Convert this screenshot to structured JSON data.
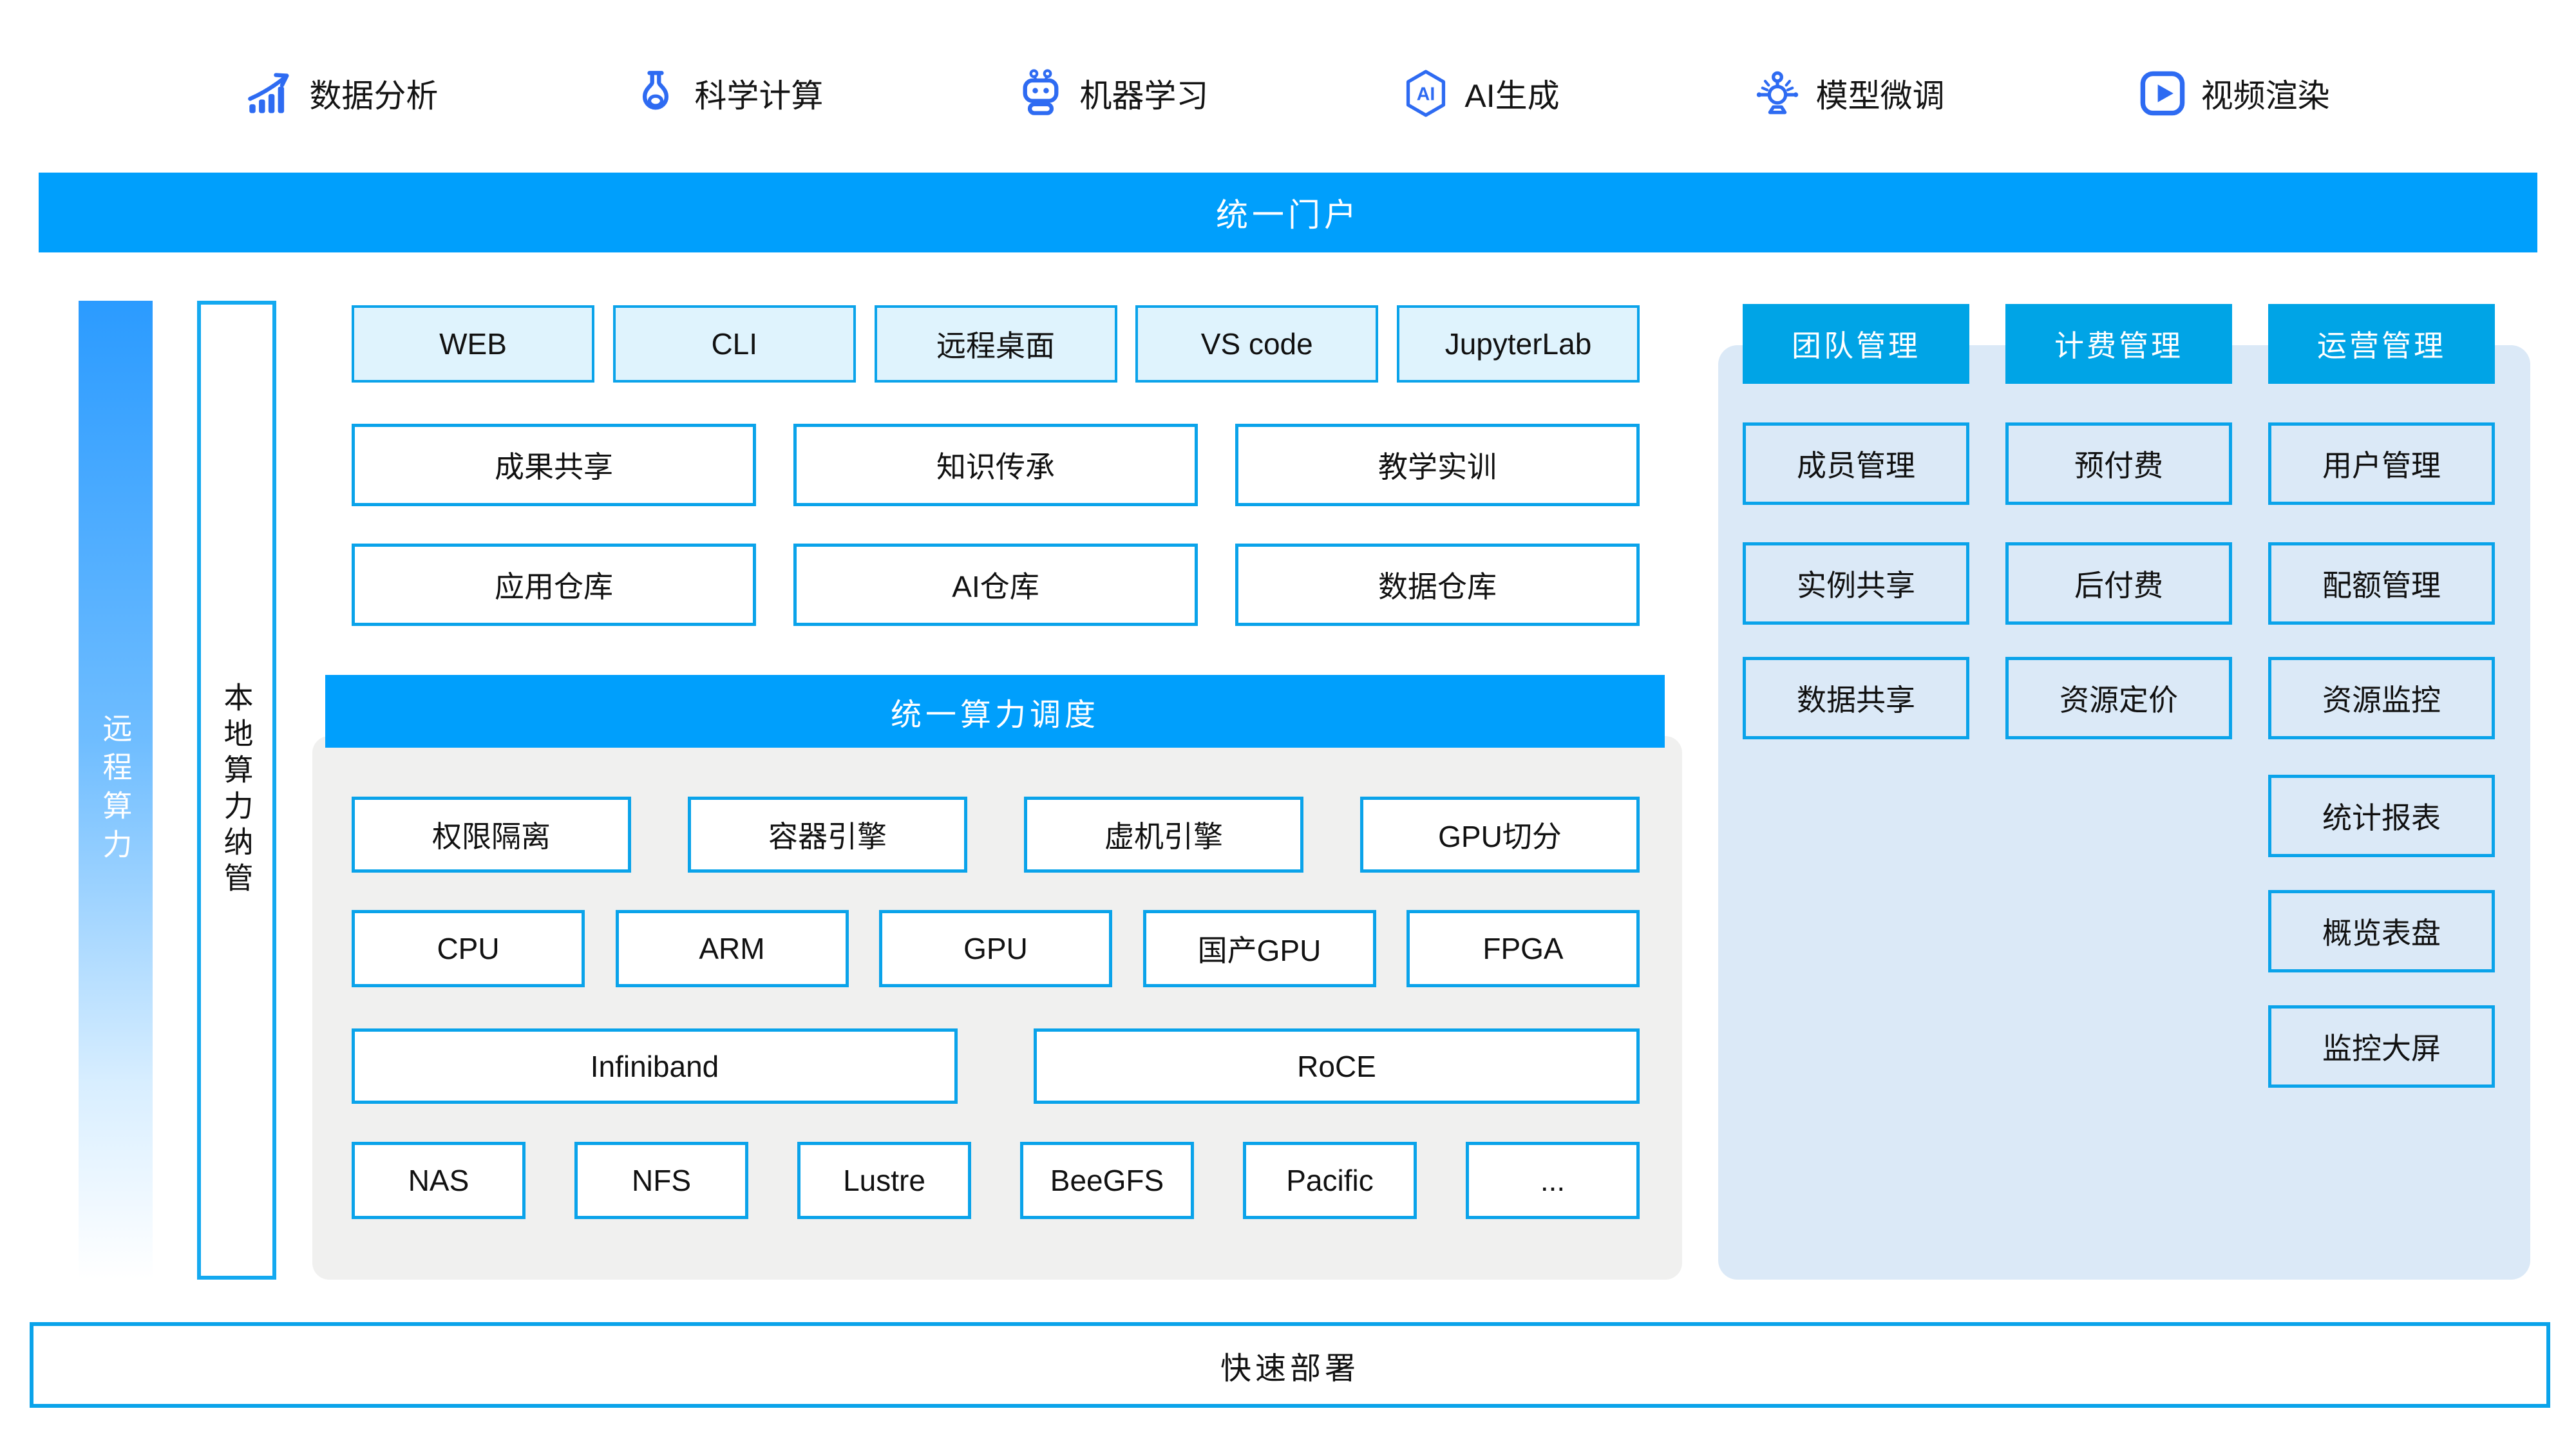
{
  "nav": {
    "items": [
      {
        "label": "数据分析",
        "icon": "chart-rising-icon"
      },
      {
        "label": "科学计算",
        "icon": "flask-icon"
      },
      {
        "label": "机器学习",
        "icon": "robot-icon"
      },
      {
        "label": "AI生成",
        "icon": "ai-hexagon-icon"
      },
      {
        "label": "模型微调",
        "icon": "model-tuning-icon"
      },
      {
        "label": "视频渲染",
        "icon": "video-render-icon"
      }
    ]
  },
  "portal_banner": {
    "label": "统一门户"
  },
  "rails": {
    "remote": "远程算力",
    "local": "本地算力纳管"
  },
  "access_row": [
    "WEB",
    "CLI",
    "远程桌面",
    "VS code",
    "JupyterLab"
  ],
  "share_row": [
    "成果共享",
    "知识传承",
    "教学实训"
  ],
  "repo_row": [
    "应用仓库",
    "AI仓库",
    "数据仓库"
  ],
  "scheduler": {
    "banner": "统一算力调度",
    "isolation_row": [
      "权限隔离",
      "容器引擎",
      "虚机引擎",
      "GPU切分"
    ],
    "compute_row": [
      "CPU",
      "ARM",
      "GPU",
      "国产GPU",
      "FPGA"
    ],
    "network_row": [
      "Infiniband",
      "RoCE"
    ],
    "storage_row": [
      "NAS",
      "NFS",
      "Lustre",
      "BeeGFS",
      "Pacific",
      "..."
    ]
  },
  "management": {
    "columns": [
      {
        "header": "团队管理",
        "items": [
          "成员管理",
          "实例共享",
          "数据共享"
        ]
      },
      {
        "header": "计费管理",
        "items": [
          "预付费",
          "后付费",
          "资源定价"
        ]
      },
      {
        "header": "运营管理",
        "items": [
          "用户管理",
          "配额管理",
          "资源监控",
          "统计报表",
          "概览表盘",
          "监控大屏"
        ]
      }
    ]
  },
  "footer": {
    "label": "快速部署"
  },
  "colors": {
    "banner_blue": "#009FFC",
    "header_blue": "#00A4E6",
    "box_border": "#0AA3EA",
    "light_fill": "#DFF3FD",
    "panel_gray": "#F0F0EF",
    "panel_blue": "#DBE9F7",
    "icon_blue": "#2E6BF2"
  }
}
